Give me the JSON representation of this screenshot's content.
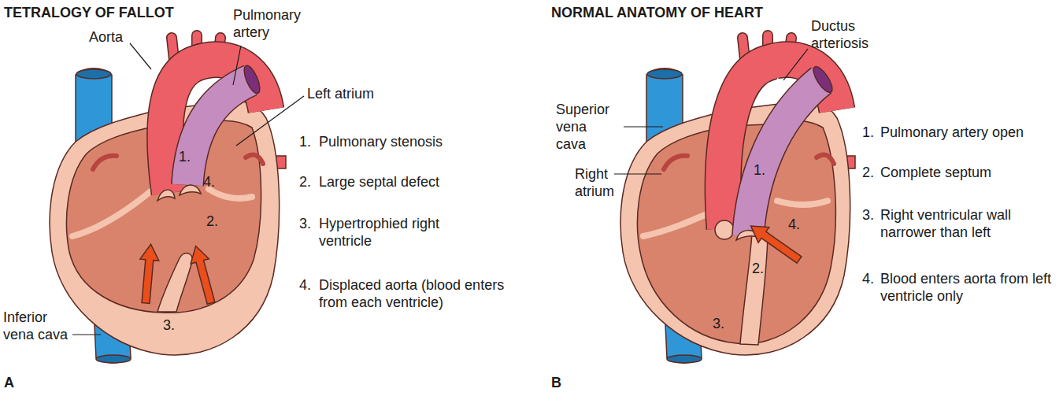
{
  "diagram": {
    "labels": [
      "TETRALOGY OF FALLOT",
      "Aorta",
      "Pulmonary artery",
      "Left atrium",
      "1.",
      "4.",
      "2.",
      "3.",
      "Inferior vena cava",
      "1.",
      "Pulmonary stenosis",
      "2.",
      "Large septal defect",
      "3.",
      "Hypertrophied right ventricle",
      "4.",
      "Displaced aorta (blood enters from each ventricle)",
      "A",
      "NORMAL ANATOMY OF HEART",
      "Ductus arteriosis",
      "Superior vena cava",
      "Right atrium",
      "1.",
      "4.",
      "2.",
      "3.",
      "1.",
      "Pulmonary artery open",
      "2.",
      "Complete septum",
      "3.",
      "Right ventricular wall narrower than left",
      "4.",
      "Blood enters aorta from left ventricle only",
      "B"
    ]
  }
}
